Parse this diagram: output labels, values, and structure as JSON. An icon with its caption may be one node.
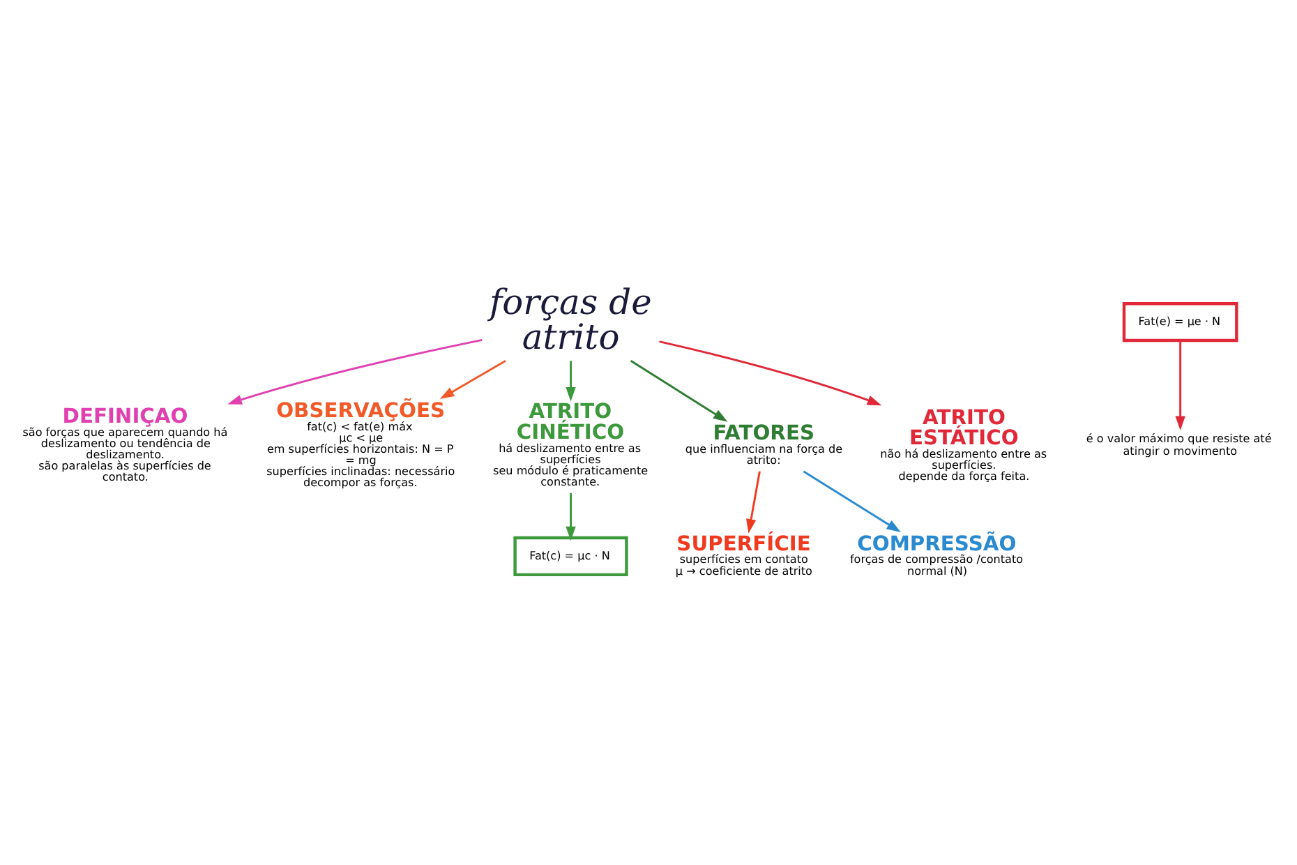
{
  "diagram": {
    "nodes": [
      {
        "text": [
          "forças de atrito"
        ]
      },
      {
        "text": [
          "DEFINIÇAO",
          "são forças que aparecem quando há deslizamento ou tendência de deslizamento.",
          "são paralelas às superfícies de contato."
        ]
      },
      {
        "text": [
          "OBSERVAÇÕES",
          "fat(c) < fat(e) máx",
          "μc < μe",
          "em superfícies horizontais: N = P = mg",
          "superfícies inclinadas: necessário decompor as forças."
        ]
      },
      {
        "text": [
          "ATRITO CINÉTICO",
          "há deslizamento entre as superfícies",
          "seu módulo é praticamente constante."
        ]
      },
      {
        "text": [
          "Fat(c) = μc · N"
        ]
      },
      {
        "text": [
          "FATORES",
          "que influenciam na força de atrito:"
        ]
      },
      {
        "text": [
          "SUPERFÍCIE",
          "superfícies em contato",
          "μ → coeficiente de atrito"
        ]
      },
      {
        "text": [
          "COMPRESSÃO",
          "forças de compressão /contato",
          "normal (N)"
        ]
      },
      {
        "text": [
          "ATRITO ESTÁTICO",
          "não há deslizamento entre as superfícies.",
          "depende da força feita."
        ]
      },
      {
        "text": [
          "Fat(e) = μe · N"
        ]
      },
      {
        "text": [
          "é o valor máximo que resiste até atingir o movimento"
        ]
      }
    ],
    "edges": [
      {
        "from": 0,
        "to": 1,
        "arrow": "to",
        "color": "#e040b0"
      },
      {
        "from": 0,
        "to": 2,
        "arrow": "to",
        "color": "#f05a28"
      },
      {
        "from": 0,
        "to": 3,
        "arrow": "to",
        "color": "#3c9a3c"
      },
      {
        "from": 0,
        "to": 5,
        "arrow": "to",
        "color": "#2e7d32"
      },
      {
        "from": 0,
        "to": 8,
        "arrow": "to",
        "color": "#e02838"
      },
      {
        "from": 5,
        "to": 6,
        "arrow": "to",
        "color": "#f03a20"
      },
      {
        "from": 5,
        "to": 7,
        "arrow": "to",
        "color": "#2a8ad0"
      },
      {
        "from": 3,
        "to": 4,
        "arrow": "to",
        "color": "#3c9a3c"
      },
      {
        "from": 9,
        "to": 10,
        "arrow": "to",
        "color": "#e02838"
      }
    ]
  }
}
